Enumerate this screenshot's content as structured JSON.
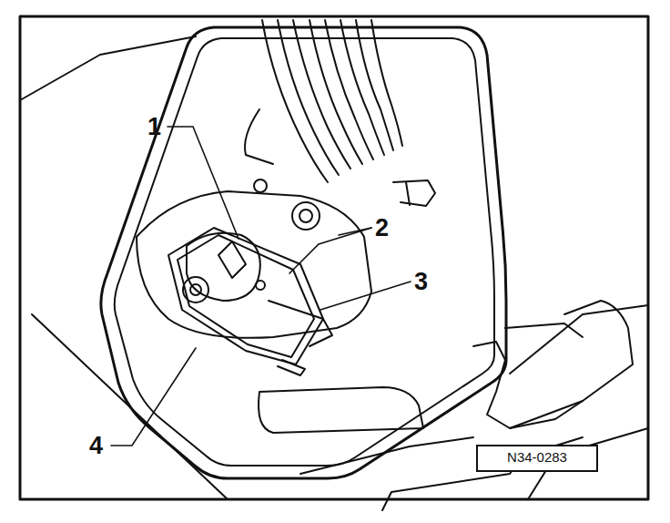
{
  "diagram": {
    "nodes": [
      {
        "text": [
          "N34-0283"
        ]
      }
    ],
    "labels": [
      "1",
      "2",
      "3",
      "4"
    ]
  }
}
